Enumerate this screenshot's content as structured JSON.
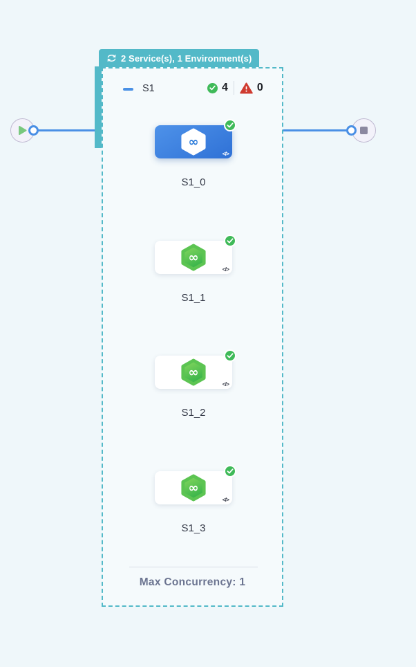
{
  "colors": {
    "canvas-bg": "#eff7fa",
    "teal": "#53b9c8",
    "blue": "#4a90e5",
    "card-blue-1": "#4e92e9",
    "card-blue-2": "#2f71d6",
    "green": "#3fba59",
    "hex-green-1": "#8bd95f",
    "hex-green-2": "#38b44a",
    "red": "#cf3b30",
    "text-dark": "#1b1d23",
    "text-label": "#333846",
    "text-muted": "#6b7490"
  },
  "start_node": {
    "icon": "play-icon"
  },
  "end_node": {
    "icon": "stop-icon"
  },
  "matrix": {
    "header": {
      "icon": "loop-icon",
      "label": "2 Service(s), 1 Environment(s)"
    },
    "stage": {
      "name": "S1",
      "collapse_icon": "minus-icon",
      "success_icon": "check-circle-icon",
      "success_count": "4",
      "warning_icon": "warning-triangle-icon",
      "failed_count": "0"
    },
    "nodes": [
      {
        "label": "S1_0",
        "selected": true,
        "status": "success",
        "icon": "hexagon-infinity-icon",
        "code_icon": "</>"
      },
      {
        "label": "S1_1",
        "selected": false,
        "status": "success",
        "icon": "hexagon-infinity-icon",
        "code_icon": "</>"
      },
      {
        "label": "S1_2",
        "selected": false,
        "status": "success",
        "icon": "hexagon-infinity-icon",
        "code_icon": "</>"
      },
      {
        "label": "S1_3",
        "selected": false,
        "status": "success",
        "icon": "hexagon-infinity-icon",
        "code_icon": "</>"
      }
    ],
    "footer": {
      "label": "Max Concurrency: 1"
    }
  }
}
